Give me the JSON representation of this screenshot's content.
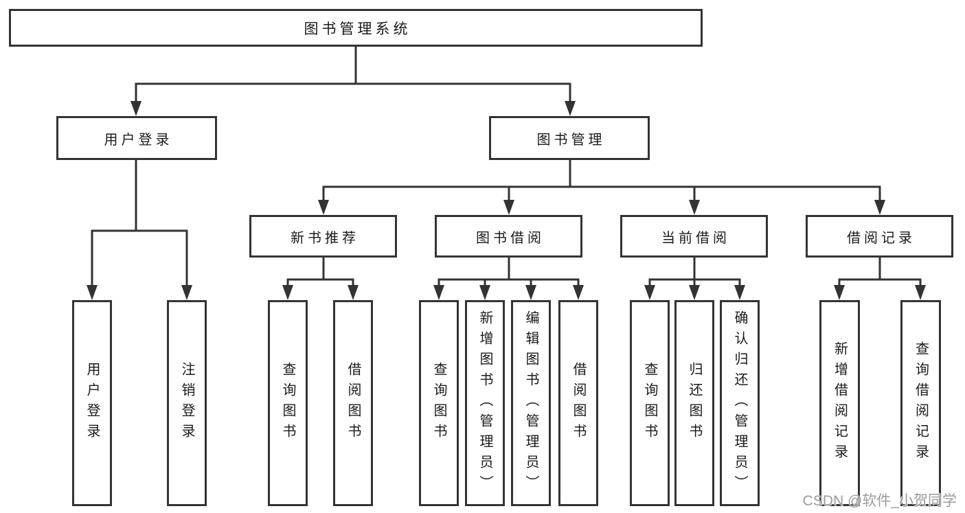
{
  "tree": {
    "root": {
      "label": "图书管理系统"
    },
    "branches": [
      {
        "label": "用户登录",
        "children": [
          {
            "label": "用户登录"
          },
          {
            "label": "注销登录"
          }
        ]
      },
      {
        "label": "图书管理",
        "children": [
          {
            "label": "新书推荐",
            "children": [
              {
                "label": "查询图书"
              },
              {
                "label": "借阅图书"
              }
            ]
          },
          {
            "label": "图书借阅",
            "children": [
              {
                "label": "查询图书"
              },
              {
                "label": "新增图书（管理员）"
              },
              {
                "label": "编辑图书（管理员）"
              },
              {
                "label": "借阅图书"
              }
            ]
          },
          {
            "label": "当前借阅",
            "children": [
              {
                "label": "查询图书"
              },
              {
                "label": "归还图书"
              },
              {
                "label": "确认归还（管理员）"
              }
            ]
          },
          {
            "label": "借阅记录",
            "children": [
              {
                "label": "新增借阅记录"
              },
              {
                "label": "查询借阅记录"
              }
            ]
          }
        ]
      }
    ]
  },
  "watermark": {
    "text": "CSDN @软件_小贺同学"
  },
  "colors": {
    "line": "#333333",
    "box_border": "#333333",
    "text": "#1a1a1a",
    "watermark": "#9b9b9b",
    "background": "#ffffff"
  }
}
